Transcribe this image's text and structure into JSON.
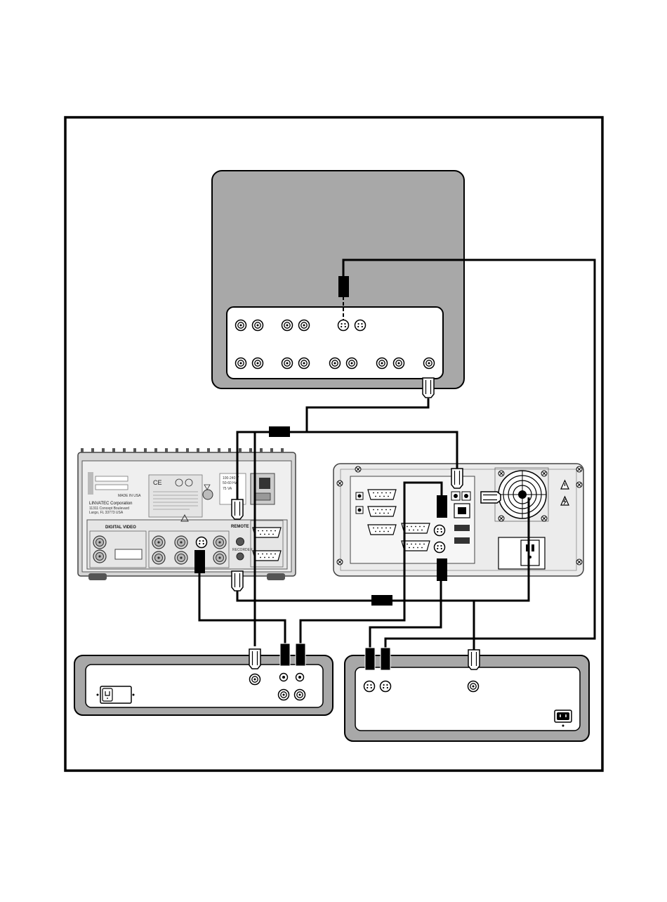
{
  "colors": {
    "line": "#000000",
    "panel_gray": "#a8a8a8",
    "device_light": "#ededed",
    "device_mid": "#d4d4d4",
    "white": "#ffffff"
  },
  "recorder": {
    "company": "LINVATEC Corporation",
    "address1": "11311 Concept Boulevard",
    "address2": "Largo, FL 33773  USA",
    "made_in": "MADE IN USA",
    "digital_video": "DIGITAL VIDEO",
    "remote": "REMOTE",
    "recorder": "RECORDER",
    "voltage": "100-240 V",
    "frequency": "50-60 Hz",
    "power": "75 VA"
  },
  "icons": [
    "ce-mark-icon",
    "ul-mark-icon",
    "warning-triangle-icon",
    "high-voltage-icon",
    "power-inlet-icon",
    "fan-grille-icon",
    "s-video-port-icon",
    "rca-jack-icon",
    "bnc-connector-icon",
    "dvi-port-icon",
    "serial-port-icon",
    "ethernet-port-icon",
    "usb-port-icon"
  ]
}
